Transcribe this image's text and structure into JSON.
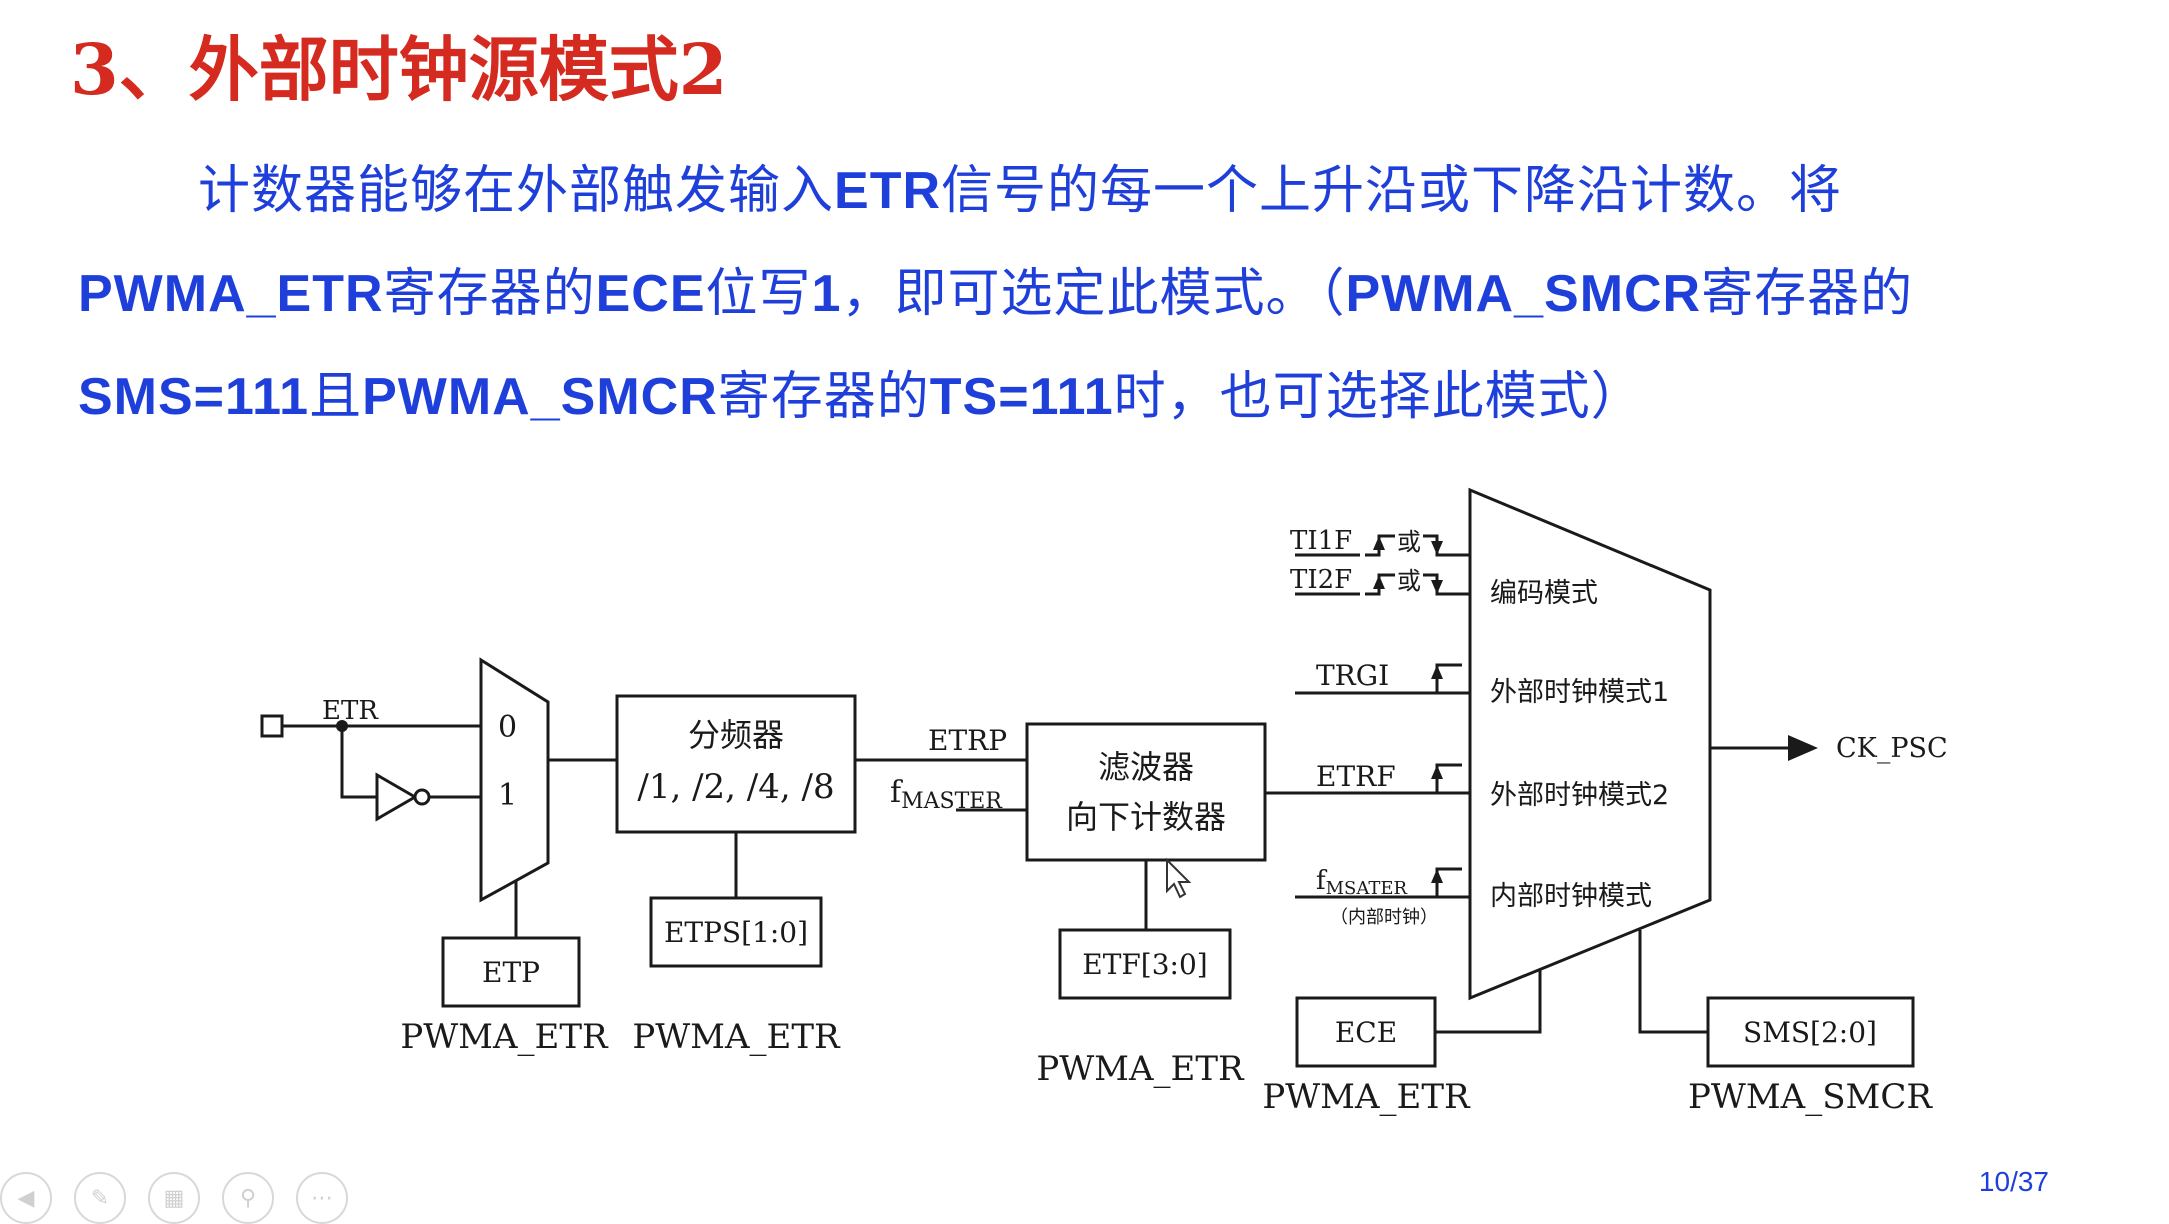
{
  "title": "3、外部时钟源模式2",
  "colors": {
    "title": "#d42a1f",
    "body": "#1f3fdb",
    "page_number": "#1f3fdb",
    "line": "#1a1a1a"
  },
  "paragraph": {
    "line1": [
      {
        "t": "计数器能够在外部触发输入",
        "b": false
      },
      {
        "t": "ETR",
        "b": true
      },
      {
        "t": "信号的每一个上升沿或下降沿计数。将",
        "b": false
      }
    ],
    "line2": [
      {
        "t": "PWMA_ETR",
        "b": true
      },
      {
        "t": "寄存器的",
        "b": false
      },
      {
        "t": "ECE",
        "b": true
      },
      {
        "t": "位写",
        "b": false
      },
      {
        "t": "1",
        "b": true
      },
      {
        "t": "，即可选定此模式。（",
        "b": false
      },
      {
        "t": "PWMA_SMCR",
        "b": true
      },
      {
        "t": "寄存器的",
        "b": false
      }
    ],
    "line3": [
      {
        "t": "SMS=111",
        "b": true
      },
      {
        "t": "且",
        "b": false
      },
      {
        "t": "PWMA_SMCR",
        "b": true
      },
      {
        "t": "寄存器的",
        "b": false
      },
      {
        "t": "TS=111",
        "b": true
      },
      {
        "t": "时，也可选择此模式）",
        "b": false
      }
    ]
  },
  "diagram": {
    "etr_pin": "ETR",
    "mux_input_0": "0",
    "mux_input_1": "1",
    "etp_register": "ETP",
    "etp_owner": "PWMA_ETR",
    "prescaler_title": "分频器",
    "prescaler_ratios": "/1, /2, /4, /8",
    "etps_register": "ETPS[1:0]",
    "etps_owner": "PWMA_ETR",
    "etrp_signal": "ETRP",
    "fmaster_main": "f",
    "fmaster_sub": "MASTER",
    "filter_title": "滤波器",
    "filter_subtitle": "向下计数器",
    "etf_register": "ETF[3:0]",
    "etf_owner": "PWMA_ETR",
    "ti1f_signal": "TI1F",
    "ti2f_signal": "TI2F",
    "or_word": "或",
    "trgi_signal": "TRGI",
    "etrf_signal": "ETRF",
    "fmsater_main": "f",
    "fmsater_sub": "MSATER",
    "internal_clock_note": "（内部时钟）",
    "mode_encoder": "编码模式",
    "mode_external_1": "外部时钟模式1",
    "mode_external_2": "外部时钟模式2",
    "mode_internal": "内部时钟模式",
    "output_signal": "CK_PSC",
    "ece_register": "ECE",
    "ece_owner": "PWMA_ETR",
    "sms_register": "SMS[2:0]",
    "sms_owner": "PWMA_SMCR"
  },
  "page_number": "10/37"
}
